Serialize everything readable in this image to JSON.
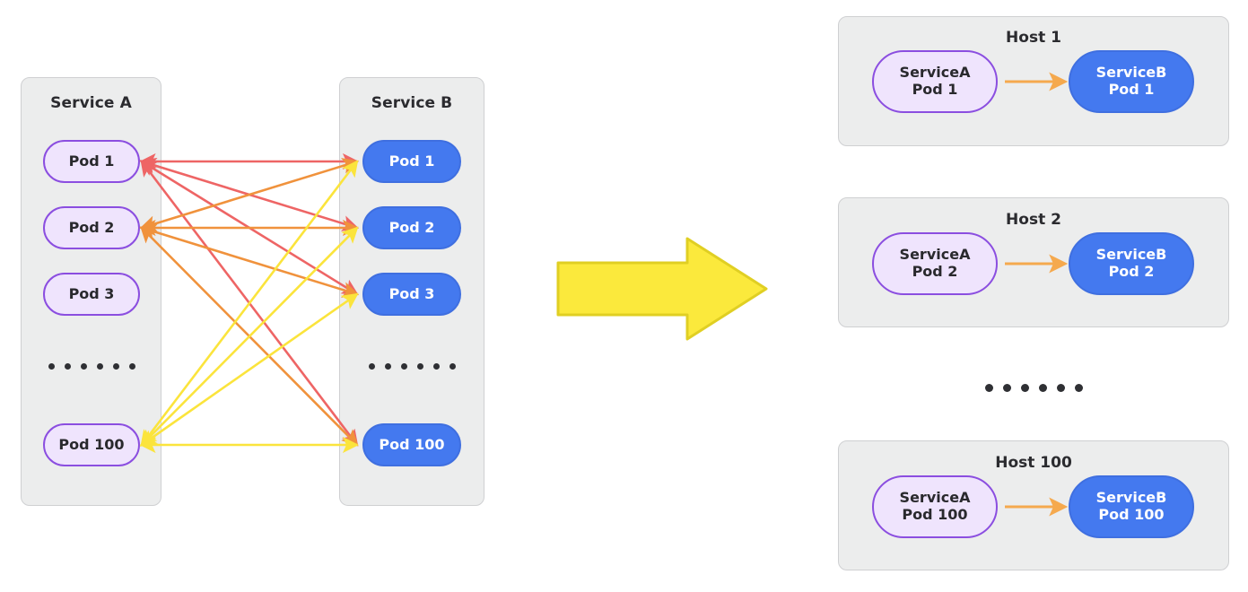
{
  "left_panel": {
    "service_a": {
      "title": "Service A",
      "pods": [
        {
          "label": "Pod 1"
        },
        {
          "label": "Pod 2"
        },
        {
          "label": "Pod 3"
        },
        {
          "label": "Pod 100"
        }
      ],
      "ellipsis_dots": 6
    },
    "service_b": {
      "title": "Service B",
      "pods": [
        {
          "label": "Pod 1"
        },
        {
          "label": "Pod 2"
        },
        {
          "label": "Pod 3"
        },
        {
          "label": "Pod 100"
        }
      ],
      "ellipsis_dots": 6
    },
    "connections": {
      "description": "full mesh: every Service A pod connects to every Service B pod",
      "colors": {
        "pod1_source": "#ee6565",
        "pod2_source": "#f0923c",
        "pod100_source": "#fbe43c"
      }
    }
  },
  "transform_arrow": {
    "name": "transformation-arrow",
    "fill": "#fbe93c",
    "stroke": "#e0cf23",
    "direction": "right"
  },
  "right_panel": {
    "hosts": [
      {
        "title": "Host 1",
        "source_pod": "ServiceA\nPod 1",
        "target_pod": "ServiceB\nPod 1",
        "arrow_color": "#f5a94e"
      },
      {
        "title": "Host 2",
        "source_pod": "ServiceA\nPod 2",
        "target_pod": "ServiceB\nPod 2",
        "arrow_color": "#f5a94e"
      },
      {
        "title": "Host 100",
        "source_pod": "ServiceA\nPod 100",
        "target_pod": "ServiceB\nPod 100",
        "arrow_color": "#f5a94e"
      }
    ],
    "ellipsis_dots": 6
  },
  "palette": {
    "pod_purple_fill": "#efe4fd",
    "pod_purple_border": "#8b4ee0",
    "pod_blue_fill": "#4479ef",
    "pod_blue_border": "#3f6fe0",
    "panel_fill": "#eceded",
    "panel_border": "#cfd0d2",
    "text_dark": "#2b2b2f",
    "background": "#ffffff"
  }
}
